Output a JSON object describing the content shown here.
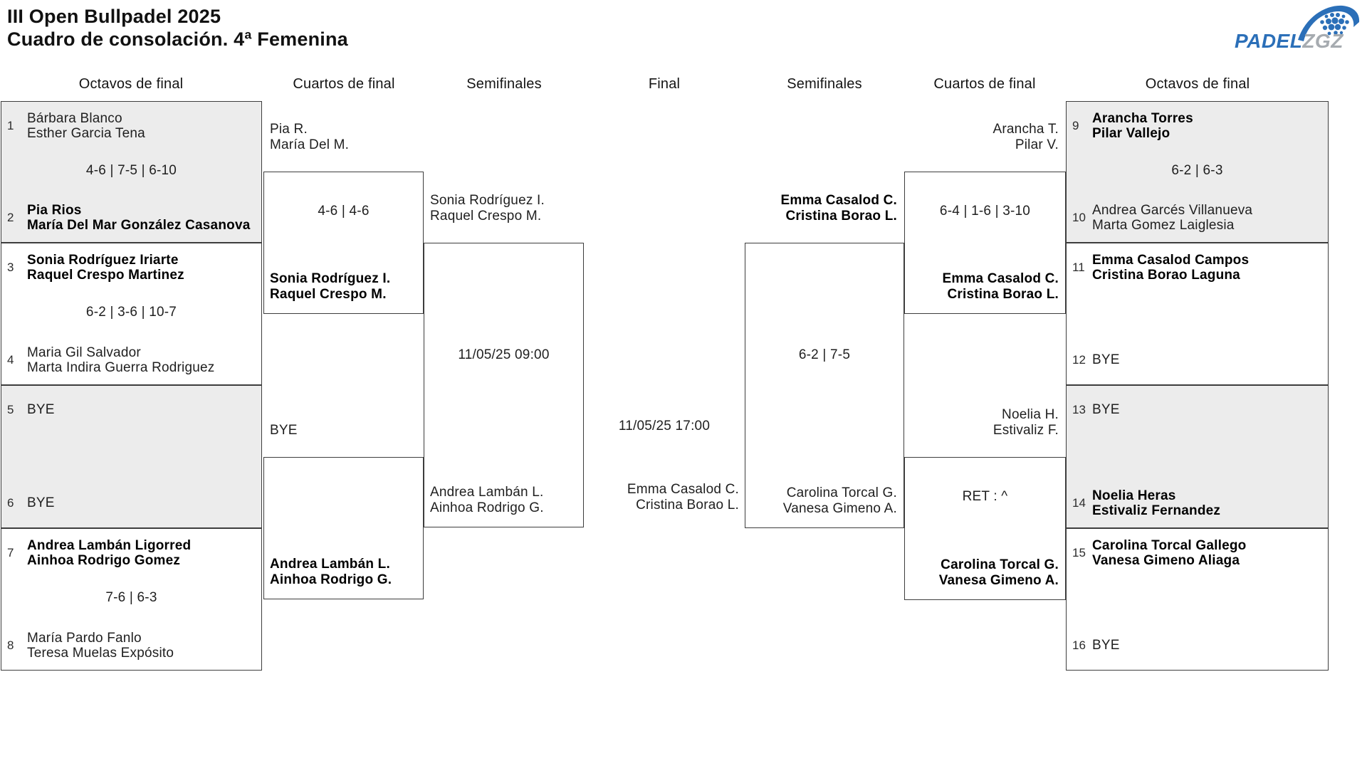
{
  "title": {
    "line1": "III Open Bullpadel 2025",
    "line2": "Cuadro de consolación. 4ª Femenina"
  },
  "logo": {
    "padel": "PADEL",
    "zgz": "ZGZ",
    "blue": "#2b6fb8",
    "gray": "#a6abb0"
  },
  "colors": {
    "box_fill_gray": "#ececec",
    "border": "#3d3d3d",
    "text": "#1f1f1f"
  },
  "headers": [
    "Octavos de final",
    "Cuartos de final",
    "Semifinales",
    "Final",
    "Semifinales",
    "Cuartos de final",
    "Octavos de final"
  ],
  "octavos_left": [
    {
      "seed1": "1",
      "team1": [
        "Bárbara Blanco",
        "Esther Garcia Tena"
      ],
      "score": "4-6 | 7-5 | 6-10",
      "seed2": "2",
      "team2": [
        "Pia Rios",
        "María Del Mar González Casanova"
      ]
    },
    {
      "seed1": "3",
      "team1": [
        "Sonia Rodríguez Iriarte",
        "Raquel Crespo Martinez"
      ],
      "score": "6-2 | 3-6 | 10-7",
      "seed2": "4",
      "team2": [
        "Maria Gil Salvador",
        "Marta Indira Guerra Rodriguez"
      ]
    },
    {
      "seed1": "5",
      "team1": [
        "BYE"
      ],
      "score": "",
      "seed2": "6",
      "team2": [
        "BYE"
      ]
    },
    {
      "seed1": "7",
      "team1": [
        "Andrea Lambán Ligorred",
        "Ainhoa Rodrigo Gomez"
      ],
      "score": "7-6 | 6-3",
      "seed2": "8",
      "team2": [
        "María Pardo Fanlo",
        "Teresa Muelas Expósito"
      ]
    }
  ],
  "octavos_right": [
    {
      "seed1": "9",
      "team1": [
        "Arancha Torres",
        "Pilar Vallejo"
      ],
      "score": "6-2 | 6-3",
      "seed2": "10",
      "team2": [
        "Andrea Garcés Villanueva",
        "Marta Gomez Laiglesia"
      ]
    },
    {
      "seed1": "11",
      "team1": [
        "Emma Casalod Campos",
        "Cristina Borao Laguna"
      ],
      "score": "",
      "seed2": "12",
      "team2": [
        "BYE"
      ]
    },
    {
      "seed1": "13",
      "team1": [
        "BYE"
      ],
      "score": "",
      "seed2": "14",
      "team2": [
        "Noelia Heras",
        "Estivaliz Fernandez"
      ]
    },
    {
      "seed1": "15",
      "team1": [
        "Carolina Torcal Gallego",
        "Vanesa Gimeno Aliaga"
      ],
      "score": "",
      "seed2": "16",
      "team2": [
        "BYE"
      ]
    }
  ],
  "cuartos_left": [
    {
      "top": [
        "Pia R.",
        "María Del M."
      ],
      "score": "4-6 | 4-6",
      "winner": [
        "Sonia Rodríguez I.",
        "Raquel Crespo M."
      ]
    },
    {
      "top": [
        "BYE"
      ],
      "score": "",
      "winner": [
        "Andrea Lambán L.",
        "Ainhoa Rodrigo G."
      ]
    }
  ],
  "cuartos_right": [
    {
      "top": [
        "Arancha T.",
        "Pilar V."
      ],
      "score": "6-4 | 1-6 | 3-10",
      "winner": [
        "Emma Casalod C.",
        "Cristina Borao L."
      ]
    },
    {
      "top": [
        "Noelia H.",
        "Estivaliz F."
      ],
      "score": "RET : ^",
      "winner": [
        "Carolina Torcal G.",
        "Vanesa Gimeno A."
      ]
    }
  ],
  "semifinal_left": {
    "top": [
      "Sonia Rodríguez I.",
      "Raquel Crespo M."
    ],
    "schedule": "11/05/25 09:00",
    "bottom": [
      "Andrea Lambán L.",
      "Ainhoa Rodrigo G."
    ]
  },
  "semifinal_right": {
    "top": [
      "Emma Casalod C.",
      "Cristina Borao L."
    ],
    "score": "6-2 | 7-5",
    "bottom": [
      "Carolina Torcal G.",
      "Vanesa Gimeno A."
    ]
  },
  "final": {
    "schedule": "11/05/25 17:00",
    "right_team": [
      "Emma Casalod C.",
      "Cristina Borao L."
    ]
  }
}
